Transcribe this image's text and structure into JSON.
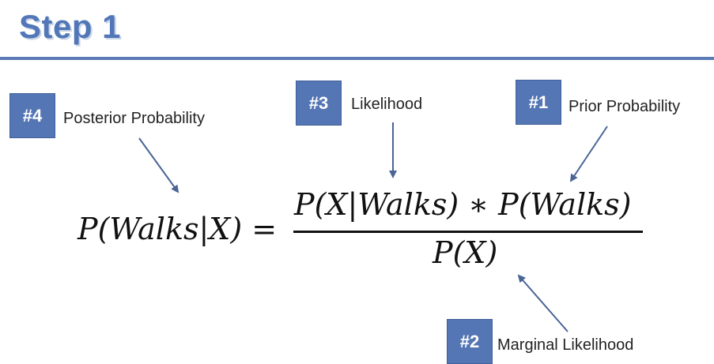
{
  "title": "Step 1",
  "annotations": {
    "posterior": {
      "badge": "#4",
      "text": "Posterior Probability"
    },
    "likelihood": {
      "badge": "#3",
      "text": "Likelihood"
    },
    "prior": {
      "badge": "#1",
      "text": "Prior Probability"
    },
    "marginal": {
      "badge": "#2",
      "text": "Marginal Likelihood"
    }
  },
  "equation": {
    "lhs": "P(Walks|X) =",
    "numerator": "P(X|Walks) ∗ P(Walks)",
    "denominator": "P(X)"
  },
  "colors": {
    "accent": "#5576b4",
    "title": "#5177b8",
    "arrow": "#4a6496"
  }
}
